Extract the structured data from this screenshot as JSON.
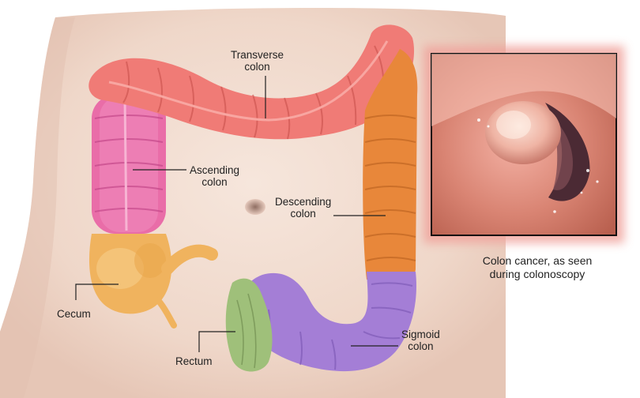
{
  "labels": {
    "transverse": [
      "Transverse",
      "colon"
    ],
    "ascending": [
      "Ascending",
      "colon"
    ],
    "descending": [
      "Descending",
      "colon"
    ],
    "cecum": [
      "Cecum"
    ],
    "rectum": [
      "Rectum"
    ],
    "sigmoid": [
      "Sigmoid",
      "colon"
    ]
  },
  "inset_caption": [
    "Colon cancer, as seen",
    "during colonoscopy"
  ],
  "colors": {
    "skin": "#f1d9cc",
    "transverse": "#f07b76",
    "ascending": "#e96da8",
    "descending": "#e8873a",
    "cecum": "#f0b35e",
    "sigmoid": "#a47ed6",
    "rectum": "#9fc07a",
    "inset_border": "#111111"
  }
}
